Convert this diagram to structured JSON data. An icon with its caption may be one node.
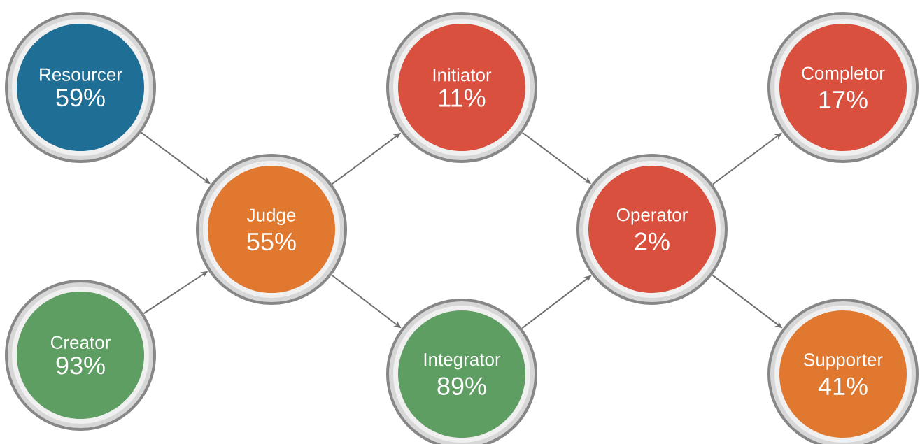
{
  "diagram": {
    "nodes": [
      {
        "text": [
          "Resourcer",
          "59%"
        ]
      },
      {
        "text": [
          "Creator",
          "93%"
        ]
      },
      {
        "text": [
          "Judge",
          "55%"
        ]
      },
      {
        "text": [
          "Initiator",
          "11%"
        ]
      },
      {
        "text": [
          "Integrator",
          "89%"
        ]
      },
      {
        "text": [
          "Operator",
          "2%"
        ]
      },
      {
        "text": [
          "Completor",
          "17%"
        ]
      },
      {
        "text": [
          "Supporter",
          "41%"
        ]
      }
    ],
    "edges": [
      {
        "from": 0,
        "to": 2,
        "arrow": "to"
      },
      {
        "from": 1,
        "to": 2,
        "arrow": "to"
      },
      {
        "from": 2,
        "to": 3,
        "arrow": "to"
      },
      {
        "from": 2,
        "to": 4,
        "arrow": "to"
      },
      {
        "from": 3,
        "to": 5,
        "arrow": "to"
      },
      {
        "from": 4,
        "to": 5,
        "arrow": "to"
      },
      {
        "from": 5,
        "to": 6,
        "arrow": "to"
      },
      {
        "from": 5,
        "to": 7,
        "arrow": "to"
      }
    ]
  }
}
